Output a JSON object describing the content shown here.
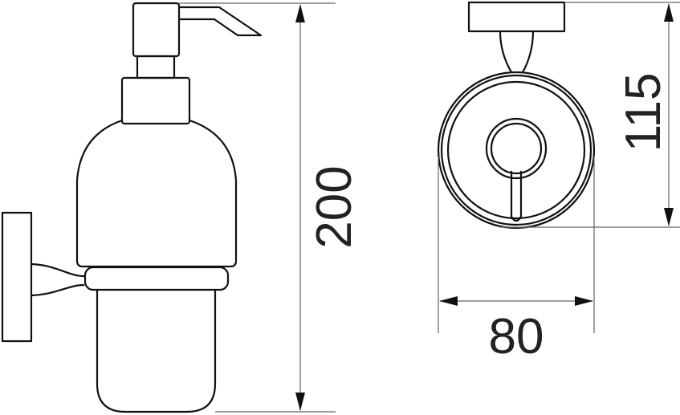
{
  "dimensions": {
    "height_total": "200",
    "height_front": "115",
    "width_front": "80"
  },
  "colors": {
    "line": "#111111",
    "dimension": "#666666"
  }
}
